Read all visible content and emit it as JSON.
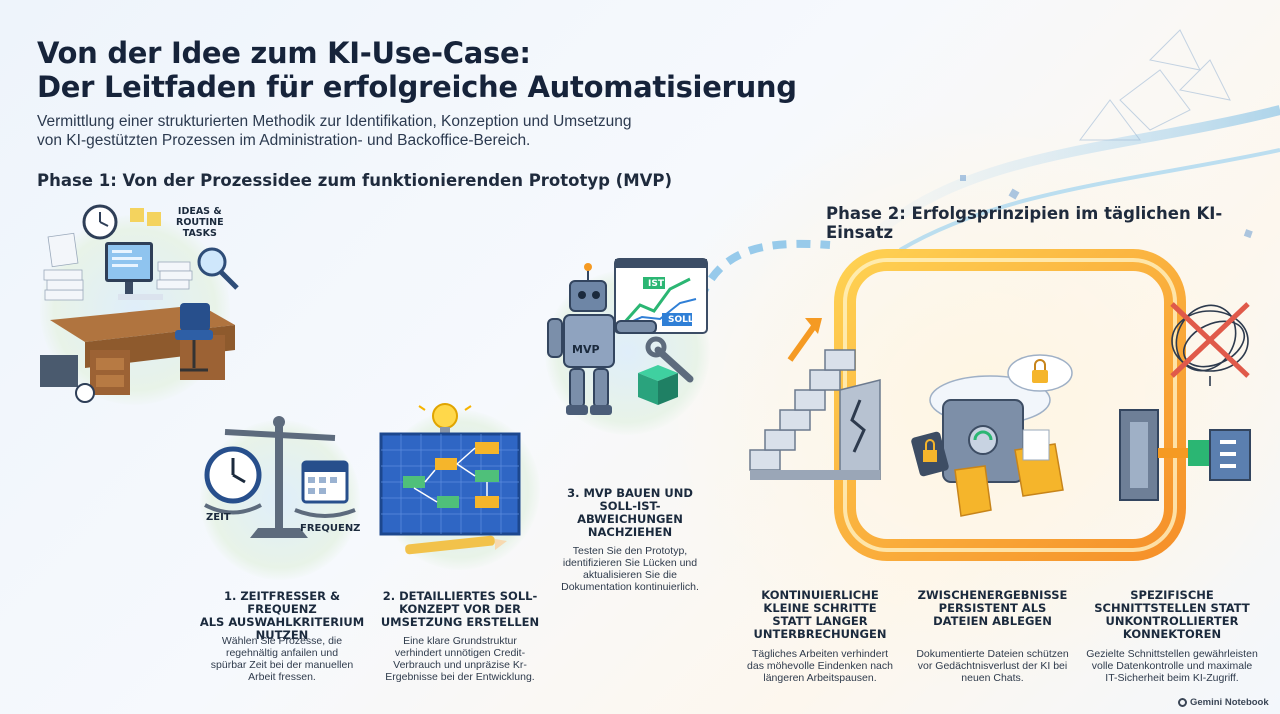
{
  "header": {
    "title_line1": "Von der Idee zum KI-Use-Case:",
    "title_line2": "Der Leitfaden für erfolgreiche Automatisierung",
    "subtitle_line1": "Vermittlung einer strukturierten Methodik zur Identifikation, Konzeption und Umsetzung",
    "subtitle_line2": "von KI-gestützten Prozessen im Administration- und Backoffice-Bereich."
  },
  "phase1": {
    "heading": "Phase 1: Von der Prozessidee zum funktionierenden Prototyp (MVP)",
    "ideas_label_1": "IDEAS &",
    "ideas_label_2": "ROUTINE",
    "ideas_label_3": "TASKS",
    "scale_label_left": "ZEIT",
    "scale_label_right": "FREQUENZ",
    "robot_label": "MVP",
    "ist_label": "IST",
    "soll_label": "SOLL",
    "steps": [
      {
        "title": [
          "1. ZEITFRESSER & FREQUENZ",
          "ALS AUSWAHLKRITERIUM",
          "NUTZEN"
        ],
        "desc": [
          "Wählen Sie Prozesse, die",
          "regehnältig anfailen und",
          "spürbar Zeit bei der manuellen",
          "Arbeit fressen."
        ]
      },
      {
        "title": [
          "2. DETAILLIERTES SOLL-",
          "KONZEPT VOR DER",
          "UMSETZUNG ERSTELLEN"
        ],
        "desc": [
          "Eine klare Grundstruktur",
          "verhindert unnötigen Credit-",
          "Verbrauch und unpräzise Kr-",
          "Ergebnisse bei der Entwicklung."
        ]
      },
      {
        "title": [
          "3. MVP BAUEN UND",
          "SOLL-IST-",
          "ABWEICHUNGEN",
          "NACHZIEHEN"
        ],
        "desc": [
          "Testen Sie den Prototyp,",
          "identifizieren Sie Lücken und",
          "aktualisieren Sie die",
          "Dokumentation kontinuierlich."
        ]
      }
    ]
  },
  "phase2": {
    "heading": "Phase 2: Erfolgsprinzipien im täglichen KI-Einsatz",
    "steps": [
      {
        "title": [
          "KONTINUIERLICHE",
          "KLEINE SCHRITTE",
          "STATT LANGER",
          "UNTERBRECHUNGEN"
        ],
        "desc": [
          "Tägliches Arbeiten verhindert",
          "das möhevolle Eindenken nach",
          "längeren Arbeitspausen."
        ]
      },
      {
        "title": [
          "ZWISCHENERGEBNISSE",
          "PERSISTENT ALS",
          "DATEIEN ABLEGEN"
        ],
        "desc": [
          "Dokumentierte Dateien schützen",
          "vor Gedächtnisverlust der KI bei",
          "neuen Chats."
        ]
      },
      {
        "title": [
          "SPEZIFISCHE",
          "SCHNITTSTELLEN STATT",
          "UNKONTROLLIERTER",
          "KONNEKTOREN"
        ],
        "desc": [
          "Gezielte Schnittstellen gewährleisten",
          "volle Datenkontrolle und maximale",
          "IT-Sicherheit beim KI-Zugriff."
        ]
      }
    ]
  },
  "footer": {
    "brand": "Gemini Notebook"
  },
  "colors": {
    "accent_orange": "#f59a23",
    "accent_blue": "#2f7fd6",
    "title": "#16233a"
  },
  "icons": [
    "desk-scene",
    "balance-scale-icon",
    "clock-icon",
    "calendar-icon",
    "lightbulb-icon",
    "blueprint-flowchart",
    "pencil-icon",
    "robot-icon",
    "chart-icon",
    "wrench-icon",
    "staircase-icon",
    "lock-icon",
    "cloud-icon",
    "safe-icon",
    "folder-icon",
    "tangled-cable-icon",
    "plug-connector-icon"
  ]
}
